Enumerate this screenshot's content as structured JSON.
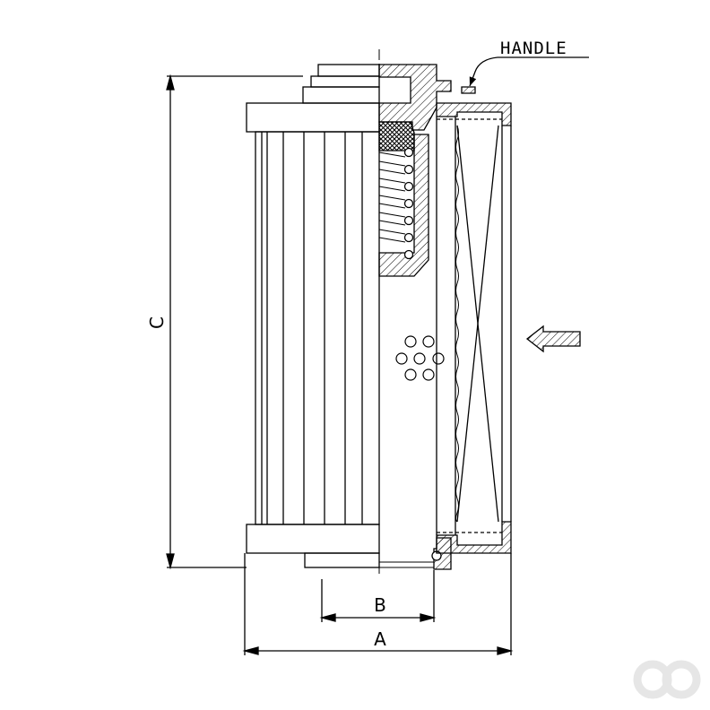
{
  "labels": {
    "handle": "HANDLE",
    "dim_a": "A",
    "dim_b": "B",
    "dim_c": "C"
  },
  "colors": {
    "line": "#000000",
    "background": "#ffffff",
    "watermark": "#e6e6e6"
  },
  "icons": {
    "flow_arrow": "flow-direction-arrow-icon",
    "watermark": "logo-watermark-icon"
  }
}
